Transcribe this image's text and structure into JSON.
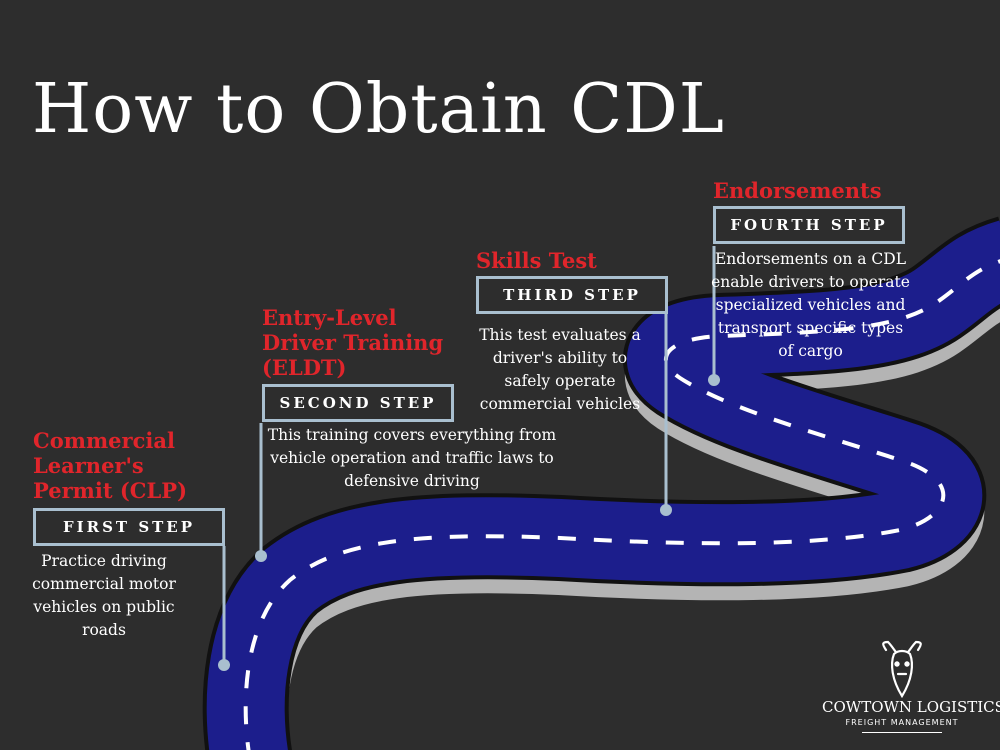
{
  "title": "How to Obtain CDL",
  "steps": [
    {
      "heading": "Commercial Learner's Permit (CLP)",
      "label": "FIRST STEP",
      "description": "Practice driving commercial motor vehicles on public roads"
    },
    {
      "heading": "Entry-Level Driver Training (ELDT)",
      "label": "SECOND STEP",
      "description": "This training covers everything from vehicle operation and traffic laws to defensive driving"
    },
    {
      "heading": "Skills Test",
      "label": "THIRD STEP",
      "description": "This test evaluates a driver's ability to safely operate commercial vehicles"
    },
    {
      "heading": "Endorsements",
      "label": "FOURTH STEP",
      "description": "Endorsements on a CDL enable drivers to operate specialized vehicles and transport specific types of cargo"
    }
  ],
  "logo": {
    "name": "COWTOWN LOGISTICS",
    "tagline": "FREIGHT MANAGEMENT"
  },
  "colors": {
    "background": "#2d2d2d",
    "road": "#1c1e8c",
    "heading": "#e0252b",
    "box_border": "#a9bfcf",
    "road_edge": "#b4b4b4"
  }
}
